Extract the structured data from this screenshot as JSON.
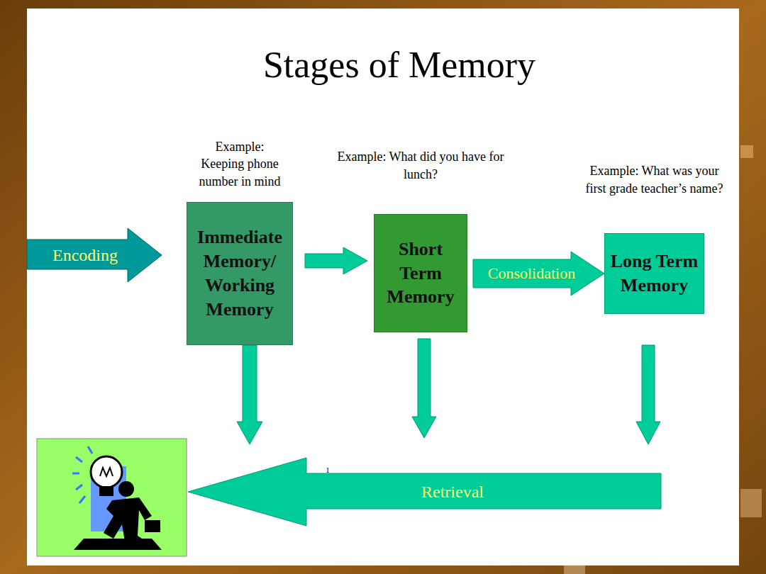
{
  "diagram": {
    "title": "Stages of Memory",
    "nodes": [
      {
        "text": [
          "Example: Keeping phone number in mind",
          "Immediate Memory/ Working Memory"
        ]
      },
      {
        "text": [
          "Example: What did you have for lunch?",
          "Short Term Memory"
        ]
      },
      {
        "text": [
          "Example: What was your first grade teacher’s name?",
          "Long Term Memory"
        ]
      }
    ],
    "edges": [
      {
        "from": 0,
        "to": 1,
        "arrow": "to"
      },
      {
        "from": 1,
        "to": 2,
        "label": "Consolidation",
        "arrow": "to"
      }
    ],
    "labels": [
      "Encoding",
      "Retrieval",
      "1"
    ]
  }
}
